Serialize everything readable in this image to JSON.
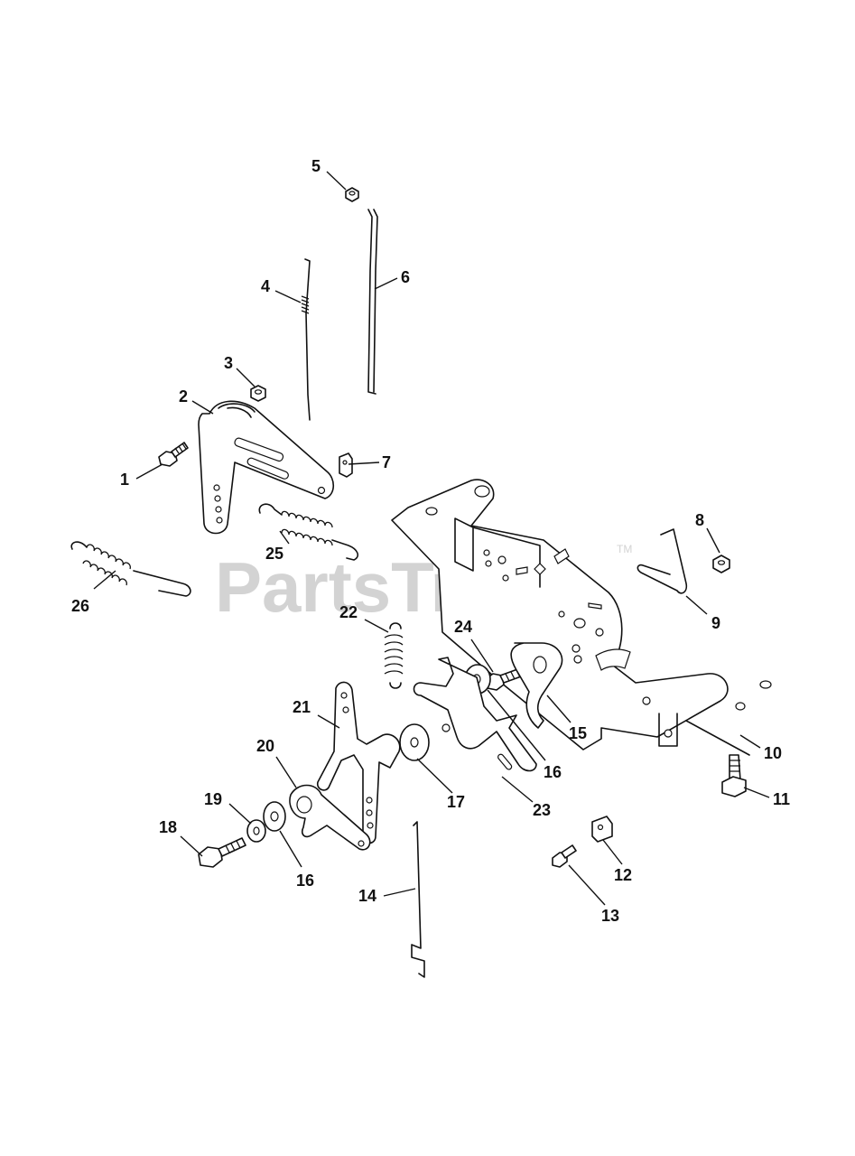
{
  "watermark": {
    "text": "PartsTree",
    "trademark": "TM"
  },
  "callouts": [
    {
      "id": "1",
      "label": "1"
    },
    {
      "id": "2",
      "label": "2"
    },
    {
      "id": "3",
      "label": "3"
    },
    {
      "id": "4",
      "label": "4"
    },
    {
      "id": "5",
      "label": "5"
    },
    {
      "id": "6",
      "label": "6"
    },
    {
      "id": "7",
      "label": "7"
    },
    {
      "id": "8",
      "label": "8"
    },
    {
      "id": "9",
      "label": "9"
    },
    {
      "id": "10",
      "label": "10"
    },
    {
      "id": "11",
      "label": "11"
    },
    {
      "id": "12",
      "label": "12"
    },
    {
      "id": "13",
      "label": "13"
    },
    {
      "id": "14",
      "label": "14"
    },
    {
      "id": "15",
      "label": "15"
    },
    {
      "id": "16a",
      "label": "16"
    },
    {
      "id": "16b",
      "label": "16"
    },
    {
      "id": "17",
      "label": "17"
    },
    {
      "id": "18",
      "label": "18"
    },
    {
      "id": "19",
      "label": "19"
    },
    {
      "id": "20",
      "label": "20"
    },
    {
      "id": "21",
      "label": "21"
    },
    {
      "id": "22",
      "label": "22"
    },
    {
      "id": "23",
      "label": "23"
    },
    {
      "id": "24",
      "label": "24"
    },
    {
      "id": "25",
      "label": "25"
    },
    {
      "id": "26",
      "label": "26"
    }
  ]
}
